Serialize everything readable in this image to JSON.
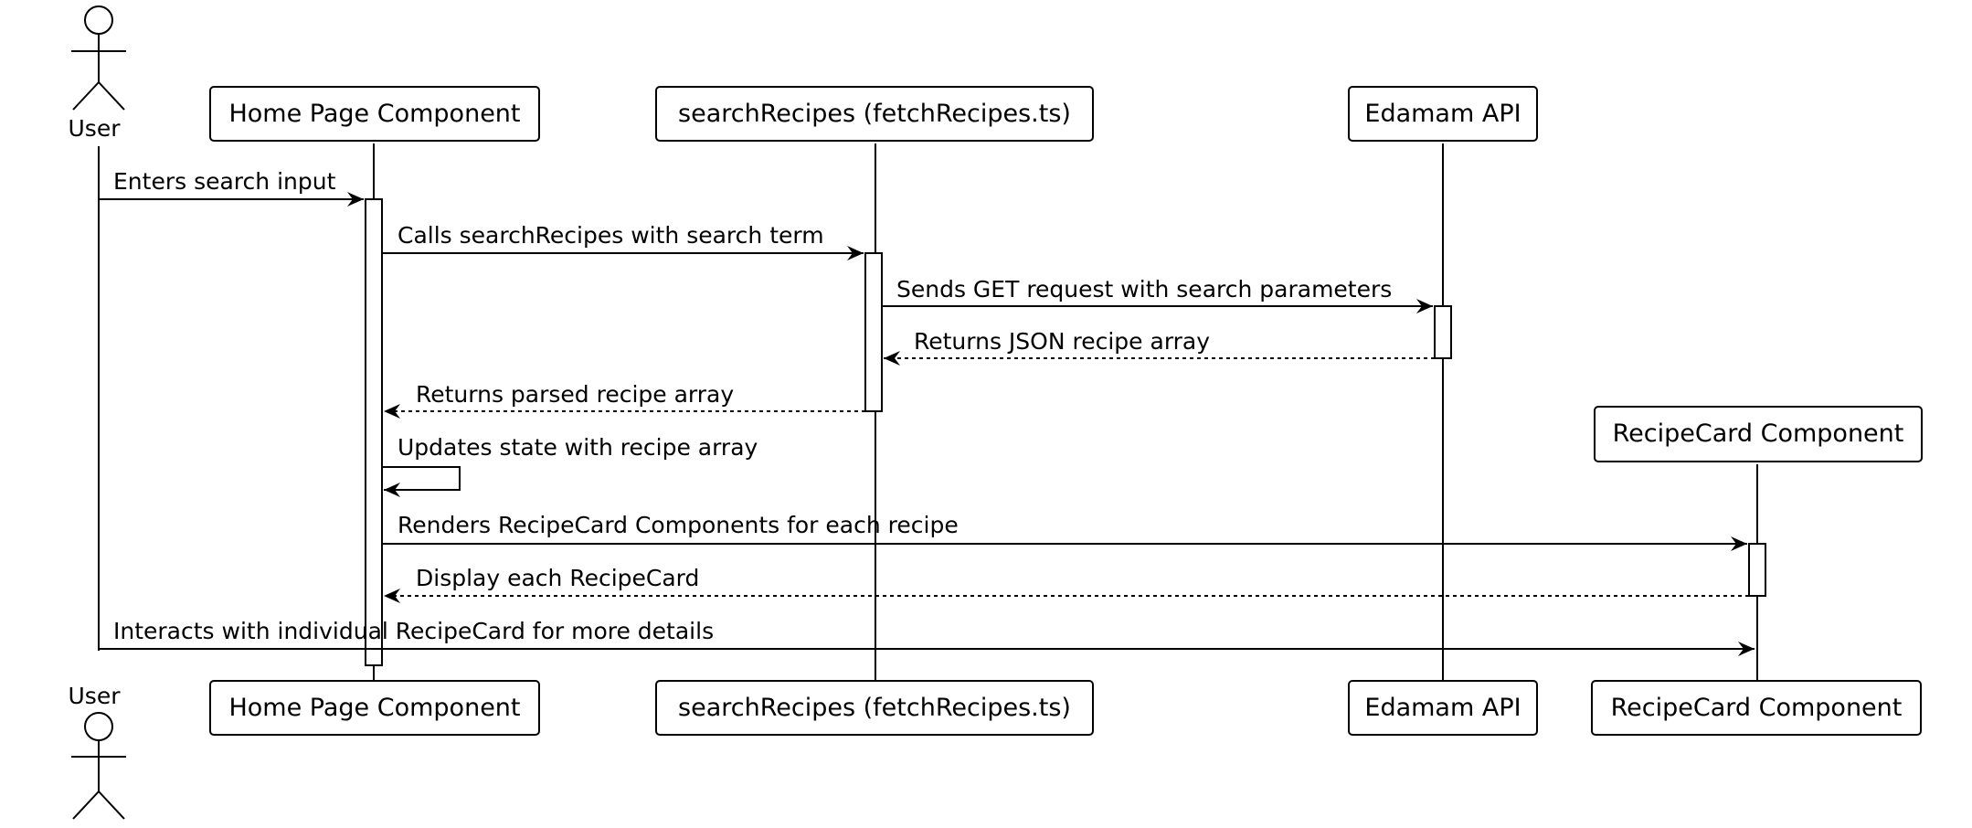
{
  "actor": {
    "name_top": "User",
    "name_bottom": "User",
    "icon": "stick-figure-icon"
  },
  "participants": [
    {
      "id": "home",
      "label": "Home Page Component"
    },
    {
      "id": "search",
      "label": "searchRecipes (fetchRecipes.ts)"
    },
    {
      "id": "edamam",
      "label": "Edamam API"
    },
    {
      "id": "card",
      "label": "RecipeCard Component"
    }
  ],
  "messages": [
    {
      "label": "Enters search input",
      "style": "solid"
    },
    {
      "label": "Calls searchRecipes with search term",
      "style": "solid"
    },
    {
      "label": "Sends GET request with search parameters",
      "style": "solid"
    },
    {
      "label": "Returns JSON recipe array",
      "style": "dashed"
    },
    {
      "label": "Returns parsed recipe array",
      "style": "dashed"
    },
    {
      "label": "Updates state with recipe array",
      "style": "solid"
    },
    {
      "label": "Renders RecipeCard Components for each recipe",
      "style": "solid"
    },
    {
      "label": "Display each RecipeCard",
      "style": "dashed"
    },
    {
      "label": "Interacts with individual RecipeCard for more details",
      "style": "solid"
    }
  ]
}
